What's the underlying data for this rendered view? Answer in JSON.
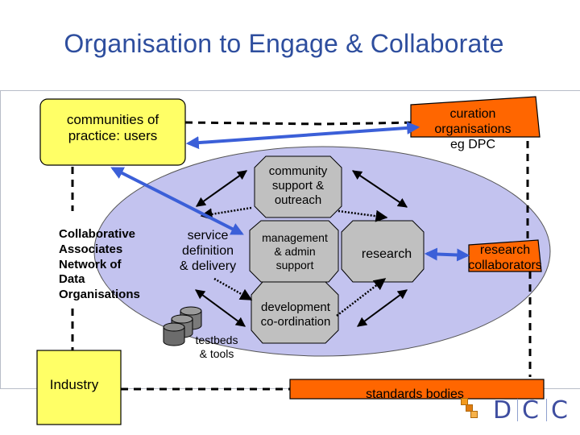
{
  "title": "Organisation to Engage & Collaborate",
  "nodes": {
    "communities": "communities of\npractice: users",
    "curation": "curation\norganisations\neg DPC",
    "community_support": "community\nsupport &\noutreach",
    "collaborative": "Collaborative\nAssociates\nNetwork of\nData\nOrganisations",
    "service": "service\ndefinition\n& delivery",
    "management": "management\n& admin\nsupport",
    "research": "research",
    "research_collaborators": "research\ncollaborators",
    "development": "development\nco-ordination",
    "testbeds": "testbeds\n& tools",
    "industry": "Industry",
    "standards": "standards bodies"
  },
  "logo": {
    "letters": [
      "D",
      "C",
      "C"
    ]
  },
  "colors": {
    "title": "#2e4e9e",
    "yellow_box": "#ffff66",
    "orange_box": "#ff6600",
    "ellipse_fill": "#c3c3ef",
    "octagon_fill": "#c0c0c0",
    "blue_arrow": "#3b5fd8"
  }
}
